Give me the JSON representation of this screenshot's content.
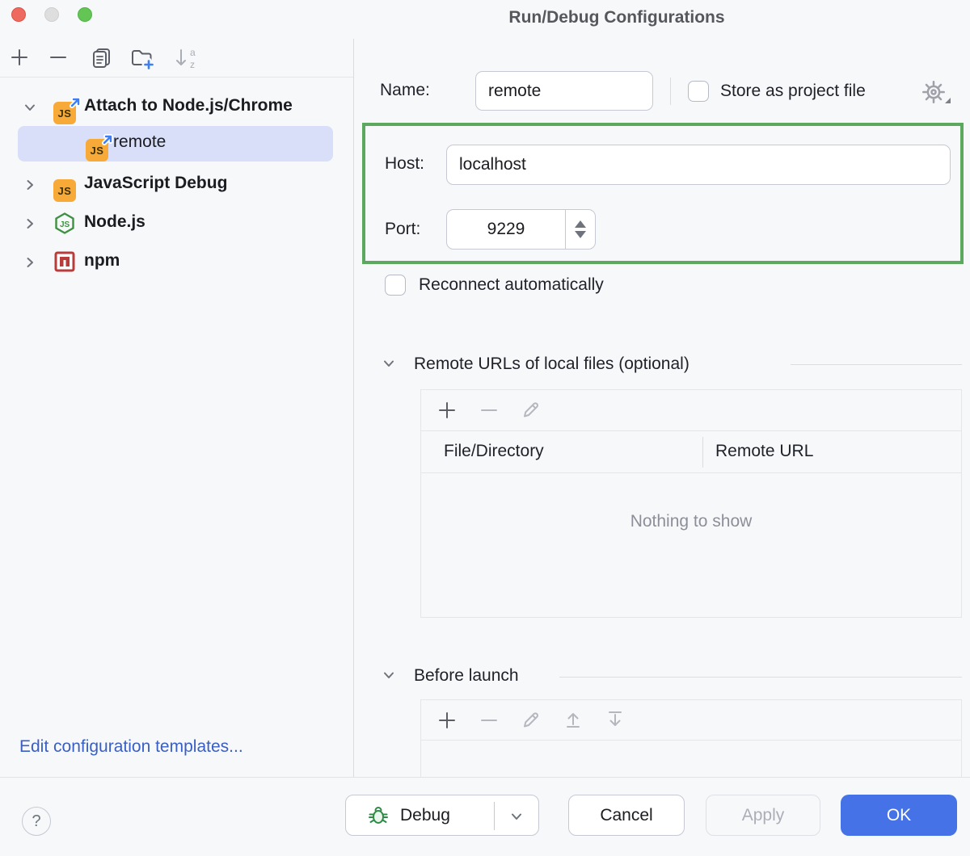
{
  "window": {
    "title": "Run/Debug Configurations"
  },
  "sidebar": {
    "toolbar_icons": [
      "add",
      "remove",
      "copy",
      "new-folder",
      "sort-alphabetically"
    ],
    "tree": {
      "items": [
        {
          "label": "Attach to Node.js/Chrome",
          "type": "attach-nodejs-chrome",
          "expanded": true
        },
        {
          "label": "remote",
          "type": "attach-nodejs-chrome",
          "selected": true
        },
        {
          "label": "JavaScript Debug",
          "type": "javascript-debug",
          "expanded": false
        },
        {
          "label": "Node.js",
          "type": "nodejs",
          "expanded": false
        },
        {
          "label": "npm",
          "type": "npm",
          "expanded": false
        }
      ]
    },
    "edit_templates_link": "Edit configuration templates..."
  },
  "form": {
    "name_label": "Name:",
    "name_value": "remote",
    "store_as_project_file_label": "Store as project file",
    "store_as_project_file_checked": false,
    "host_label": "Host:",
    "host_value": "localhost",
    "port_label": "Port:",
    "port_value": "9229",
    "reconnect_label": "Reconnect automatically",
    "reconnect_checked": false
  },
  "remote_urls": {
    "section_title": "Remote URLs of local files (optional)",
    "toolbar_icons": [
      "add",
      "remove",
      "edit"
    ],
    "columns": [
      "File/Directory",
      "Remote URL"
    ],
    "rows": [],
    "empty_text": "Nothing to show"
  },
  "before_launch": {
    "section_title": "Before launch",
    "toolbar_icons": [
      "add",
      "remove",
      "edit",
      "move-up",
      "move-down"
    ],
    "rows": []
  },
  "footer": {
    "help_label": "?",
    "debug_label": "Debug",
    "cancel_label": "Cancel",
    "apply_label": "Apply",
    "ok_label": "OK"
  },
  "colors": {
    "ok_blue": "#4573e7",
    "highlight_green": "#5ca85e",
    "selection_blue": "#d9dff8",
    "link_blue": "#3a5fc4",
    "js_icon_orange": "#f7aa38",
    "nodejs_green": "#3f9142",
    "npm_red": "#b83c3a",
    "debug_bug_green": "#2e8b46"
  }
}
